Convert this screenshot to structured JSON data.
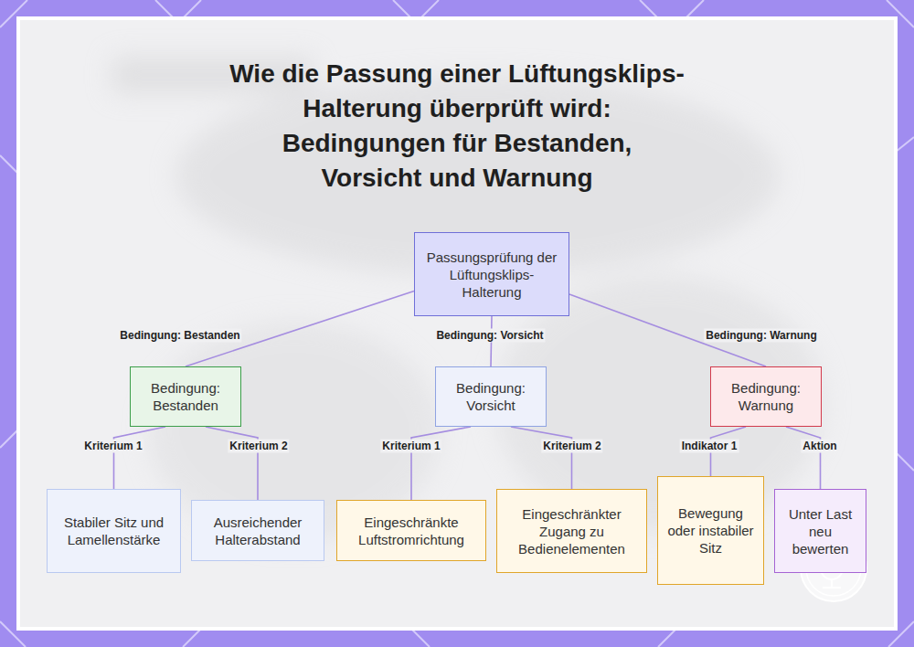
{
  "diagram": {
    "title": "Wie die Passung einer Lüftungsklips-Halterung überprüft wird: Bedingungen für Bestanden, Vorsicht und Warnung",
    "nodes": [
      {
        "text": [
          "Passungsprüfung der Lüftungsklips-Halterung"
        ]
      },
      {
        "text": [
          "Bedingung: Bestanden"
        ]
      },
      {
        "text": [
          "Bedingung: Vorsicht"
        ]
      },
      {
        "text": [
          "Bedingung: Warnung"
        ]
      },
      {
        "text": [
          "Stabiler Sitz und Lamellenstärke"
        ]
      },
      {
        "text": [
          "Ausreichender Halterabstand"
        ]
      },
      {
        "text": [
          "Eingeschränkte Luftstromrichtung"
        ]
      },
      {
        "text": [
          "Eingeschränkter Zugang zu Bedienelementen"
        ]
      },
      {
        "text": [
          "Bewegung oder instabiler Sitz"
        ]
      },
      {
        "text": [
          "Unter Last neu bewerten"
        ]
      }
    ],
    "edges": [
      {
        "from": 0,
        "to": 1,
        "label": "Bedingung: Bestanden",
        "arrow": "none"
      },
      {
        "from": 0,
        "to": 2,
        "label": "Bedingung: Vorsicht",
        "arrow": "none"
      },
      {
        "from": 0,
        "to": 3,
        "label": "Bedingung: Warnung",
        "arrow": "none"
      },
      {
        "from": 1,
        "to": 4,
        "label": "Kriterium 1",
        "arrow": "none"
      },
      {
        "from": 1,
        "to": 5,
        "label": "Kriterium 2",
        "arrow": "none"
      },
      {
        "from": 2,
        "to": 6,
        "label": "Kriterium 1",
        "arrow": "none"
      },
      {
        "from": 2,
        "to": 7,
        "label": "Kriterium 2",
        "arrow": "none"
      },
      {
        "from": 3,
        "to": 8,
        "label": "Indikator 1",
        "arrow": "none"
      },
      {
        "from": 3,
        "to": 9,
        "label": "Aktion",
        "arrow": "none"
      }
    ]
  }
}
